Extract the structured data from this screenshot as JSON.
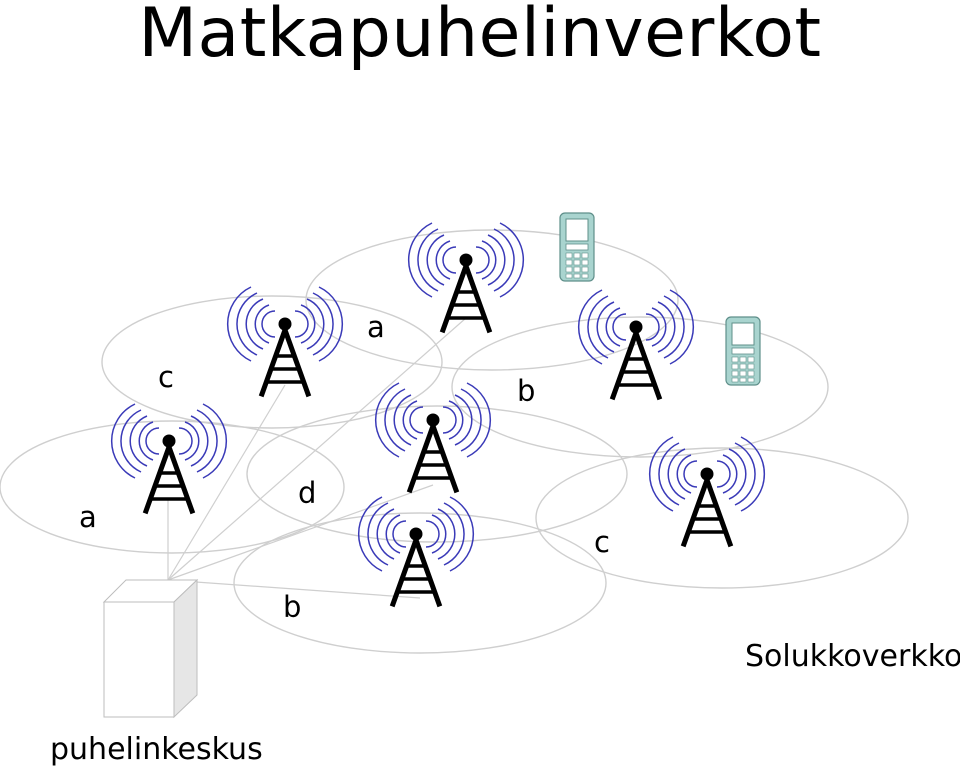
{
  "title": "Matkapuhelinverkot",
  "cell_labels": [
    "c",
    "a",
    "b",
    "a",
    "d",
    "c",
    "b"
  ],
  "network_label": "Solukkoverkko",
  "switch_label": "puhelinkeskus",
  "colors": {
    "wave": "#3a3ab8",
    "tower": "#000000",
    "cell_border": "#cfcfcf",
    "phone_body": "#a9d4cf"
  },
  "icons": [
    "antenna-tower-icon",
    "mobile-phone-icon",
    "server-box-icon"
  ]
}
